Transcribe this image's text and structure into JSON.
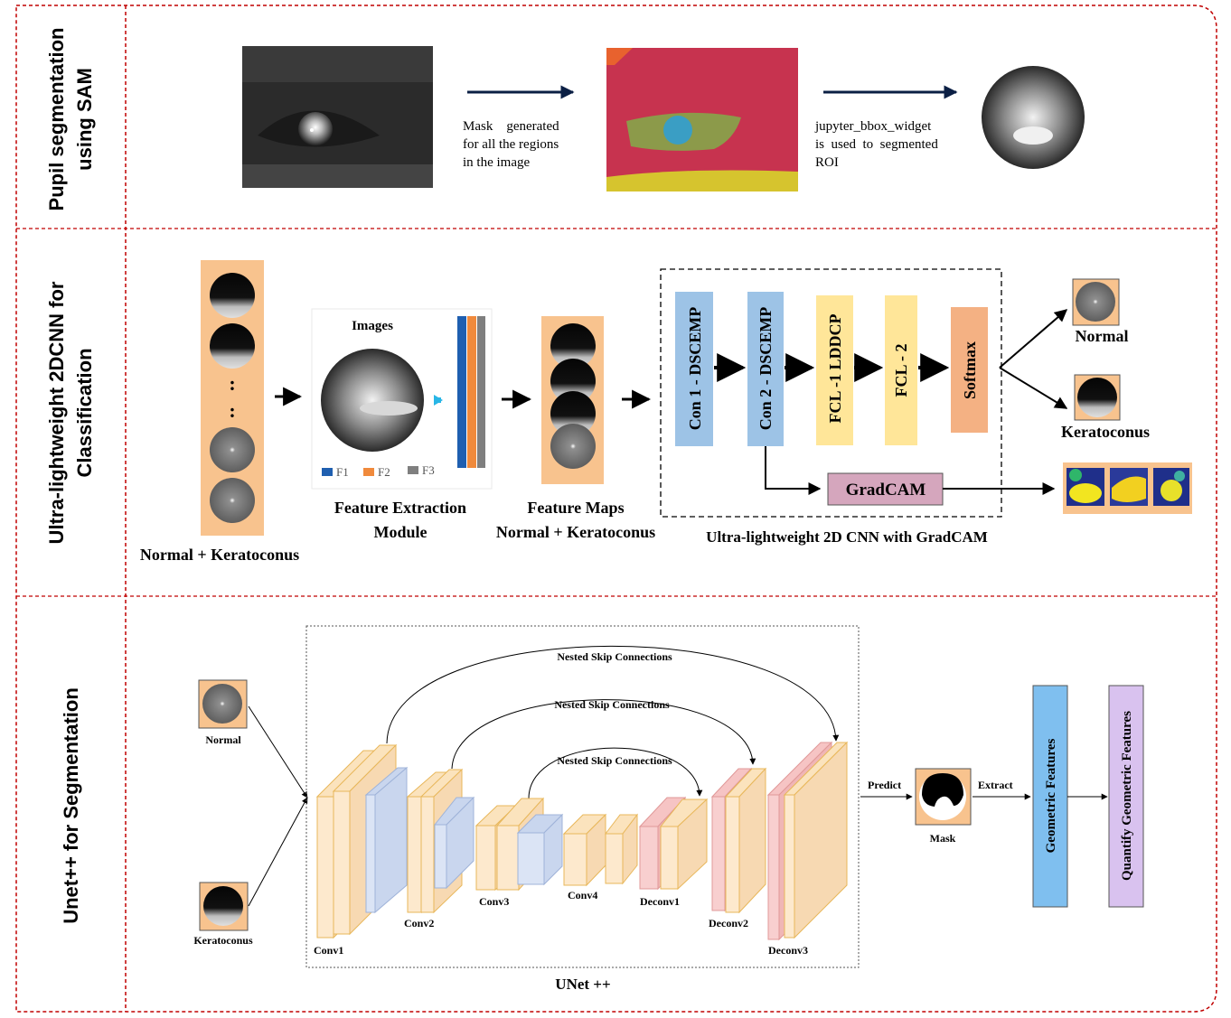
{
  "sections": {
    "sam": {
      "label_line1": "Pupil segmentation",
      "label_line2": "using SAM"
    },
    "cnn": {
      "label_line1": "Ultra-lightweight 2DCNN for",
      "label_line2": "Classification"
    },
    "unet": {
      "label": "Unet++ for Segmentation"
    }
  },
  "sam_row": {
    "mask_text": [
      "Mask    generated",
      "for all the regions",
      "in the image"
    ],
    "widget_text": [
      "jupyter_bbox_widget",
      "is  used  to  segmented",
      "ROI"
    ]
  },
  "cnn_row": {
    "input_caption": "Normal + Keratoconus",
    "dots": ":",
    "images_label": "Images",
    "legend": [
      "F1",
      "F2",
      "F3"
    ],
    "feature_module_caption": [
      "Feature Extraction",
      "Module"
    ],
    "feature_maps_caption": [
      "Feature Maps",
      "Normal + Keratoconus"
    ],
    "layers": [
      "Con 1 - DSCEMP",
      "Con 2 - DSCEMP",
      "FCL -1 LDDCP",
      "FCL - 2",
      "Softmax"
    ],
    "gradcam": "GradCAM",
    "network_caption": "Ultra-lightweight 2D CNN with GradCAM",
    "outputs": [
      "Normal",
      "Keratoconus"
    ]
  },
  "unet_row": {
    "inputs": [
      "Normal",
      "Keratoconus"
    ],
    "skip_labels": [
      "Nested Skip Connections",
      "Nested Skip Connections",
      "Nested Skip Connections"
    ],
    "blocks": [
      "Conv1",
      "Conv2",
      "Conv3",
      "Conv4",
      "Deconv1",
      "Deconv2",
      "Deconv3"
    ],
    "network_caption": "UNet ++",
    "predict": "Predict",
    "mask": "Mask",
    "extract": "Extract",
    "geometric": "Geometric Features",
    "quantify": "Quantify Geometric Features"
  },
  "colors": {
    "border_red": "#c00000",
    "arrow_navy": "#0b1f44",
    "orange_panel": "#f8c38e",
    "blue_layer": "#9dc3e6",
    "yellow_layer": "#ffe699",
    "softmax": "#f4b183",
    "gradcam": "#d5a6bd",
    "geometric": "#7fbfef",
    "quantify": "#d9c2ef"
  }
}
